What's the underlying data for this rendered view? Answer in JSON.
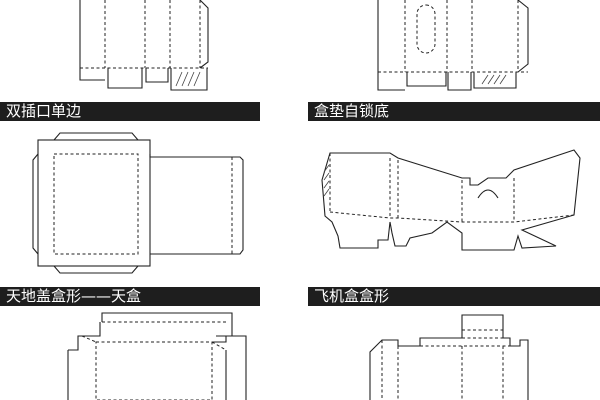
{
  "panels": [
    {
      "label": "双插口单边"
    },
    {
      "label": "盒垫自锁底"
    },
    {
      "label": "天地盖盒形——天盒"
    },
    {
      "label": "飞机盒盒形"
    }
  ]
}
